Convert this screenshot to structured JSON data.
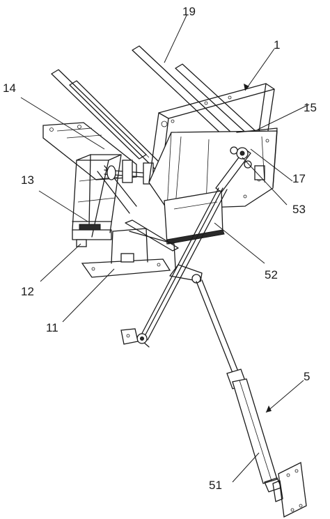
{
  "callouts": {
    "c19": "19",
    "c1": "1",
    "c14": "14",
    "c15": "15",
    "c13": "13",
    "c17": "17",
    "c53": "53",
    "c12": "12",
    "c52": "52",
    "c11": "11",
    "c5": "5",
    "c51": "51"
  }
}
